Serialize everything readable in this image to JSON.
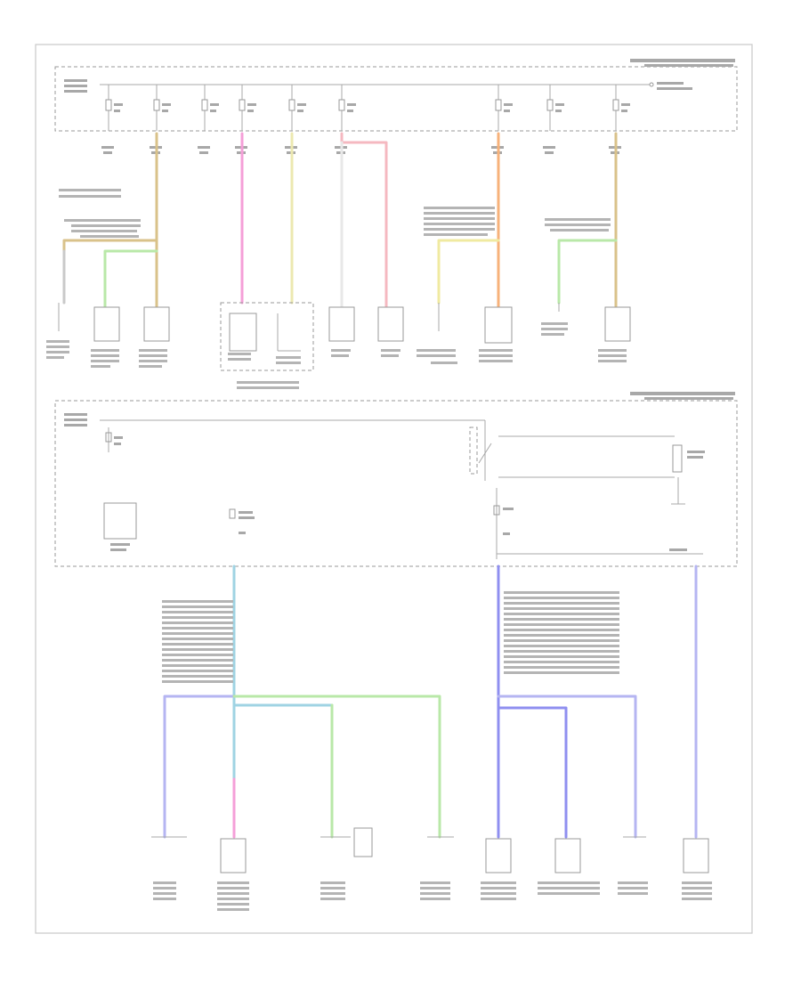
{
  "sheet": {
    "page_ref": "",
    "section_labels": [
      "",
      ""
    ]
  },
  "wire_colors": {
    "tan": "#d9c28a",
    "pink": "#f59fd8",
    "light_yellow": "#ece8b0",
    "light_red": "#f5b8c0",
    "orange": "#f7b27a",
    "light_green": "#b9e8a8",
    "teal": "#9fd3e3",
    "lavender": "#b5b5f2",
    "blue": "#8f8ff0",
    "gray": "#a8a8a8"
  },
  "icons": {
    "fuse": "fuse-icon",
    "relay": "relay-coil-icon",
    "ground": "ground-icon",
    "connector": "connector-icon"
  },
  "components": {
    "top_row": 10,
    "bottom_row": 8,
    "mid_section": 2
  }
}
